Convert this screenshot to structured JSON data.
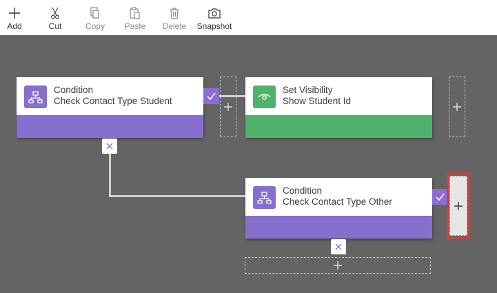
{
  "toolbar": {
    "add": "Add",
    "cut": "Cut",
    "copy": "Copy",
    "paste": "Paste",
    "delete": "Delete",
    "snapshot": "Snapshot"
  },
  "nodes": {
    "condition_student": {
      "type": "Condition",
      "name": "Check Contact Type Student",
      "icon": "condition-icon"
    },
    "set_visibility": {
      "type": "Set Visibility",
      "name": "Show Student Id",
      "icon": "eye-icon"
    },
    "condition_other": {
      "type": "Condition",
      "name": "Check Contact Type Other",
      "icon": "condition-icon"
    }
  },
  "colors": {
    "condition": "#8570cd",
    "action": "#4fb26a",
    "canvas": "#646464",
    "highlight": "#d23c3c"
  }
}
